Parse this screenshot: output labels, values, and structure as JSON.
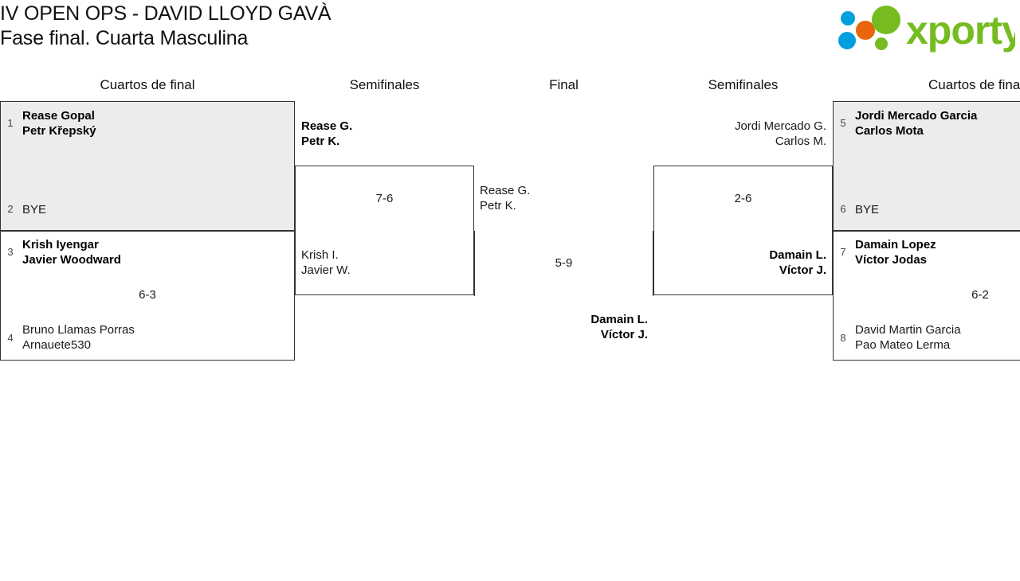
{
  "header": {
    "title_line1": "IV OPEN OPS - DAVID LLOYD GAVÀ",
    "title_line2": "Fase final. Cuarta Masculina",
    "logo_text": "xporty",
    "logo_colors": {
      "green": "#76bc21",
      "blue": "#00a0df",
      "orange": "#e8650d"
    }
  },
  "rounds": {
    "qf_left": "Cuartos de final",
    "sf_left": "Semifinales",
    "final": "Final",
    "sf_right": "Semifinales",
    "qf_right": "Cuartos de final"
  },
  "bracket": {
    "quarterfinals": [
      {
        "id": "qf1",
        "shaded": true,
        "score": "",
        "teams": [
          {
            "seed": "1",
            "p1": "Rease Gopal",
            "p2": "Petr Křepský",
            "winner": true
          },
          {
            "seed": "2",
            "p1": "BYE",
            "p2": "",
            "winner": false
          }
        ]
      },
      {
        "id": "qf2",
        "shaded": false,
        "score": "6-3",
        "teams": [
          {
            "seed": "3",
            "p1": "Krish Iyengar",
            "p2": "Javier Woodward",
            "winner": true
          },
          {
            "seed": "4",
            "p1": "Bruno Llamas Porras",
            "p2": "Arnauete530",
            "winner": false
          }
        ]
      },
      {
        "id": "qf3",
        "shaded": true,
        "score": "",
        "teams": [
          {
            "seed": "5",
            "p1": "Jordi Mercado Garcia",
            "p2": "Carlos Mota",
            "winner": true
          },
          {
            "seed": "6",
            "p1": "BYE",
            "p2": "",
            "winner": false
          }
        ]
      },
      {
        "id": "qf4",
        "shaded": false,
        "score": "6-2",
        "teams": [
          {
            "seed": "7",
            "p1": "Damain Lopez",
            "p2": "Víctor Jodas",
            "winner": true
          },
          {
            "seed": "8",
            "p1": "David Martin Garcia",
            "p2": "Pao Mateo Lerma",
            "winner": false
          }
        ]
      }
    ],
    "semifinals": [
      {
        "id": "sf-left",
        "score": "7-6",
        "teams": [
          {
            "p1": "Rease G.",
            "p2": "Petr K.",
            "winner": true
          },
          {
            "p1": "Krish I.",
            "p2": "Javier W.",
            "winner": false
          }
        ]
      },
      {
        "id": "sf-right",
        "score": "2-6",
        "teams": [
          {
            "p1": "Jordi Mercado G.",
            "p2": "Carlos M.",
            "winner": false
          },
          {
            "p1": "Damain L.",
            "p2": "Víctor J.",
            "winner": true
          }
        ]
      }
    ],
    "final": {
      "score": "5-9",
      "teams": [
        {
          "p1": "Rease G.",
          "p2": "Petr K.",
          "winner": false
        },
        {
          "p1": "Damain L.",
          "p2": "Víctor J.",
          "winner": true
        }
      ]
    }
  }
}
